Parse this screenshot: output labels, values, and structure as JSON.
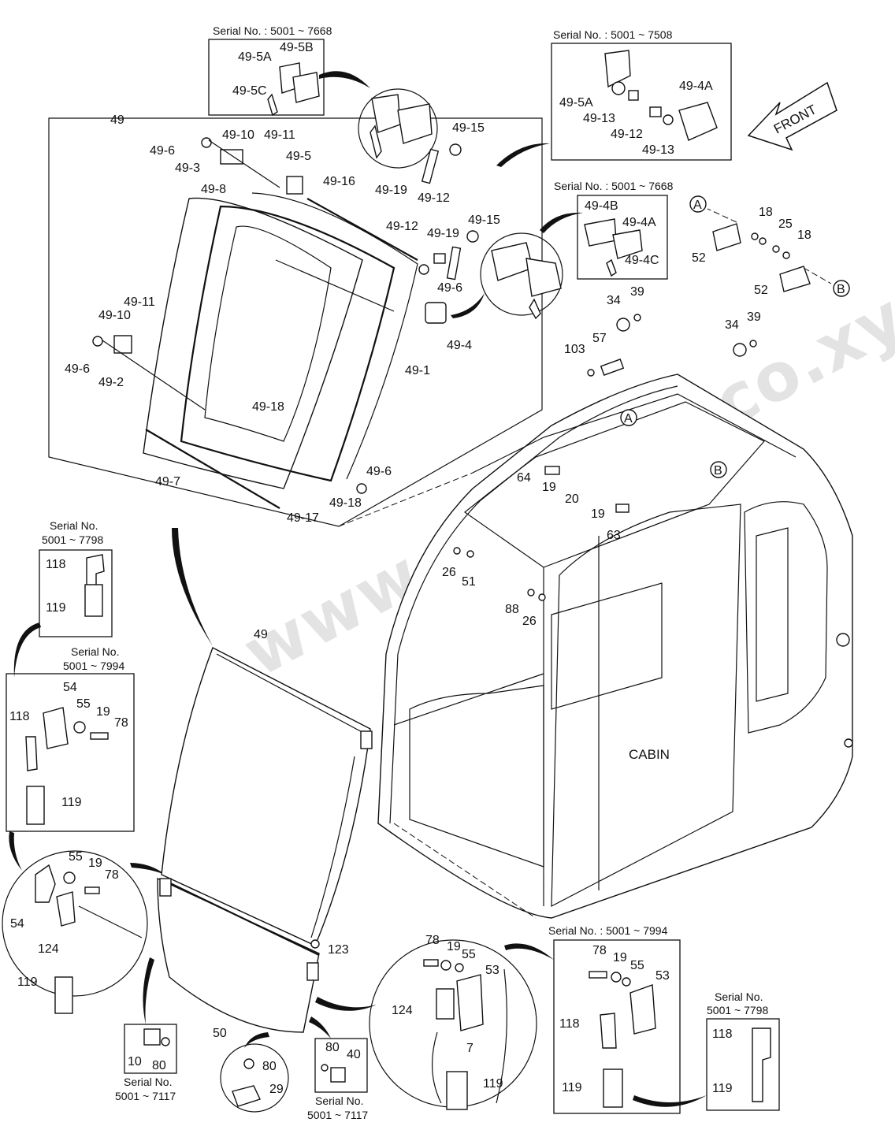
{
  "watermark": "www.sinbron-co.xyz",
  "cabin_label": "CABIN",
  "front_label": "FRONT",
  "circle_refs": [
    "A",
    "B"
  ],
  "serial_boxes": [
    {
      "id": "s7668top",
      "line1": "Serial No. : 5001 ~ 7668",
      "line2": ""
    },
    {
      "id": "s7508",
      "line1": "Serial No. : 5001 ~ 7508",
      "line2": ""
    },
    {
      "id": "s7668mid",
      "line1": "Serial No. : 5001 ~ 7668",
      "line2": ""
    },
    {
      "id": "s7798left",
      "line1": "Serial No.",
      "line2": "5001 ~ 7798"
    },
    {
      "id": "s7994left",
      "line1": "Serial No.",
      "line2": "5001 ~ 7994"
    },
    {
      "id": "s7117a",
      "line1": "Serial No.",
      "line2": "5001 ~ 7117"
    },
    {
      "id": "s7117b",
      "line1": "Serial No.",
      "line2": "5001 ~ 7117"
    },
    {
      "id": "s7994right",
      "line1": "Serial No. : 5001 ~ 7994",
      "line2": ""
    },
    {
      "id": "s7798right",
      "line1": "Serial No.",
      "line2": "5001 ~ 7798"
    }
  ],
  "part_labels": {
    "top_inset": [
      "49-5A",
      "49-5B",
      "49-5C"
    ],
    "right_inset1": [
      "49-5A",
      "49-13",
      "49-12",
      "49-4A",
      "49-13"
    ],
    "right_inset2": [
      "49-4B",
      "49-4A",
      "49-4C"
    ],
    "window_group": [
      "49",
      "49-6",
      "49-3",
      "49-10",
      "49-11",
      "49-5",
      "49-15",
      "49-19",
      "49-12",
      "49-8",
      "49-16",
      "49-12",
      "49-19",
      "49-15",
      "49-6",
      "49-4",
      "49-11",
      "49-10",
      "49-6",
      "49-2",
      "49-1",
      "49-18",
      "49-6",
      "49-7",
      "49-18",
      "49-17"
    ],
    "roof": [
      "18",
      "25",
      "18",
      "52",
      "52",
      "34",
      "39",
      "34",
      "39",
      "103",
      "57",
      "64",
      "19",
      "20",
      "19",
      "63",
      "26",
      "51",
      "88",
      "26"
    ],
    "lower_left": [
      "118",
      "119",
      "54",
      "55",
      "19",
      "78",
      "118",
      "119",
      "49",
      "55",
      "19",
      "78",
      "54",
      "124",
      "119",
      "123",
      "50",
      "10",
      "80",
      "80",
      "29",
      "80",
      "40"
    ],
    "lower_right": [
      "78",
      "19",
      "55",
      "53",
      "124",
      "7",
      "119",
      "78",
      "19",
      "55",
      "53",
      "118",
      "119",
      "118",
      "119"
    ]
  }
}
